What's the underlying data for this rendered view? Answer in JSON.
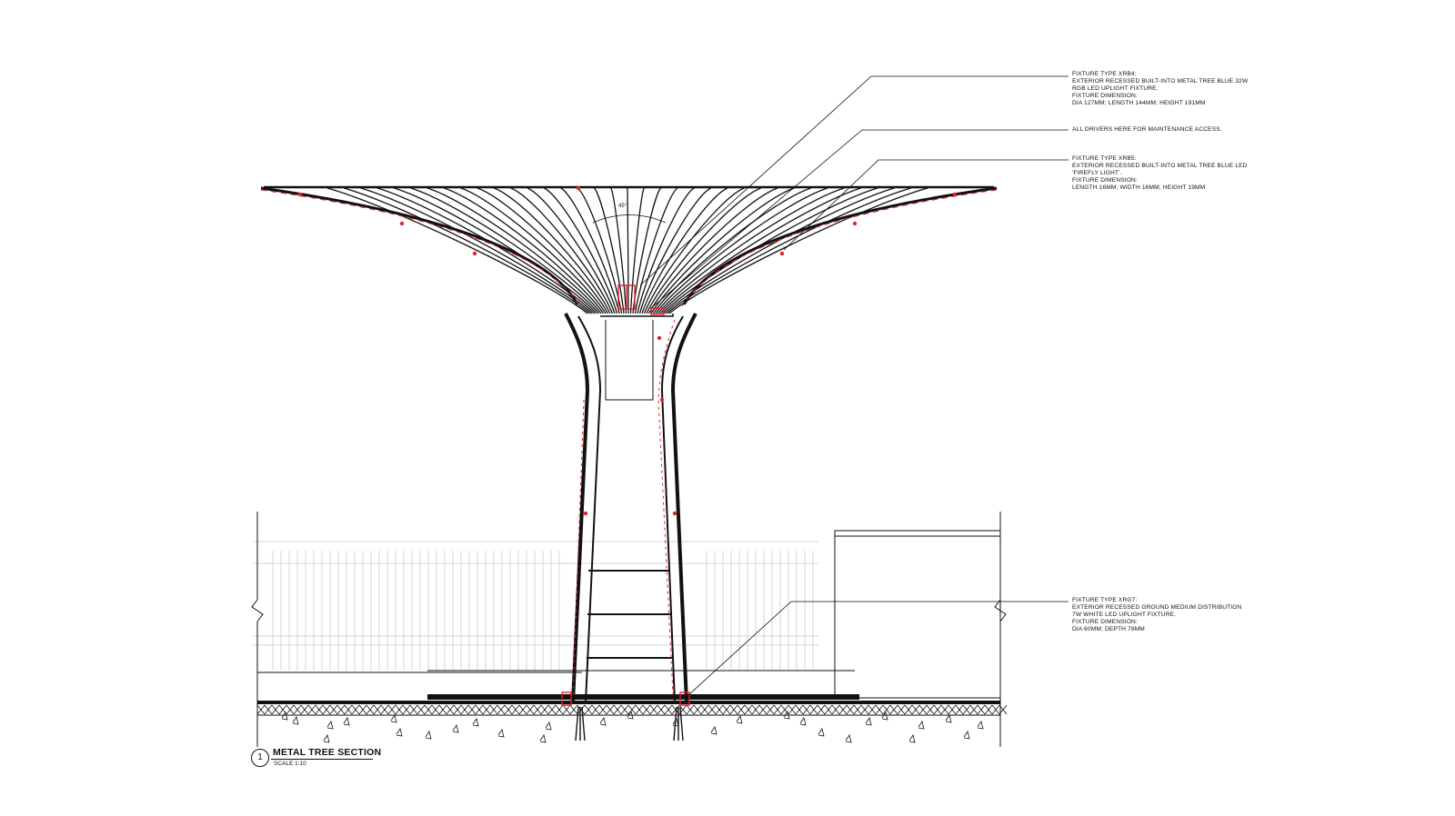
{
  "callouts": [
    {
      "id": "xrb4",
      "lines": [
        "FIXTURE TYPE XRB4:",
        "EXTERIOR RECESSED BUILT-INTO METAL TREE BLUE 32W",
        "RGB LED UPLIGHT FIXTURE.",
        "FIXTURE DIMENSION:",
        "DIA 127mm; LENGTH 144mm; HEIGHT 191mm"
      ]
    },
    {
      "id": "drivers",
      "lines": [
        "ALL DRIVERS HERE FOR MAINTENANCE ACCESS."
      ]
    },
    {
      "id": "xrb5",
      "lines": [
        "FIXTURE TYPE XRB5:",
        "EXTERIOR RECESSED BUILT-INTO METAL TREE BLUE LED",
        "'FIREFLY LIGHT'.",
        "FIXTURE DIMENSION:",
        "LENGTH 16mm; WIDTH 16mm; HEIGHT 19mm"
      ]
    },
    {
      "id": "xrg7",
      "lines": [
        "FIXTURE TYPE XRG7:",
        "EXTERIOR RECESSED GROUND MEDIUM DISTRIBUTION",
        "7W WHITE LED UPLIGHT FIXTURE.",
        "FIXTURE DIMENSION:",
        "DIA 60mm; DEPTH 78mm"
      ]
    }
  ],
  "angle_label": "45°",
  "title_block": {
    "number": "1",
    "title": "METAL TREE SECTION",
    "scale": "SCALE 1:10"
  },
  "colors": {
    "line": "#111111",
    "fixture": "#e5202a",
    "fence": "#d6d6d6"
  }
}
